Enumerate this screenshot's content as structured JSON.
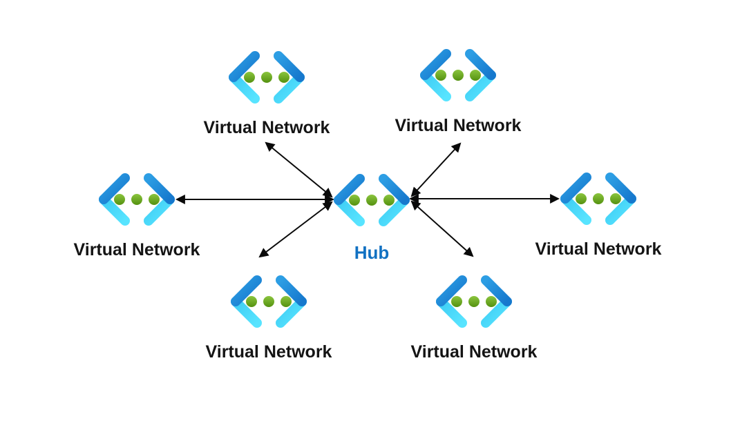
{
  "hub": {
    "label": "Hub"
  },
  "spokes": [
    {
      "position": "top-left",
      "label": "Virtual Network"
    },
    {
      "position": "top-right",
      "label": "Virtual Network"
    },
    {
      "position": "left",
      "label": "Virtual Network"
    },
    {
      "position": "right",
      "label": "Virtual Network"
    },
    {
      "position": "bottom-left",
      "label": "Virtual Network"
    },
    {
      "position": "bottom-right",
      "label": "Virtual Network"
    }
  ],
  "edges": [
    {
      "from": "hub",
      "to": "top-left-vnet",
      "arrows": "both"
    },
    {
      "from": "hub",
      "to": "top-right-vnet",
      "arrows": "both"
    },
    {
      "from": "hub",
      "to": "left-vnet",
      "arrows": "both"
    },
    {
      "from": "hub",
      "to": "right-vnet",
      "arrows": "both"
    },
    {
      "from": "hub",
      "to": "bottom-left-vnet",
      "arrows": "both"
    },
    {
      "from": "hub",
      "to": "bottom-right-vnet",
      "arrows": "both"
    }
  ],
  "icons": {
    "node_icon": "azure-virtual-network-icon"
  },
  "colors": {
    "background": "#ffffff",
    "spoke_label": "#141414",
    "hub_label": "#1171c2",
    "arrow": "#0a0a0a",
    "chevron_blue": "#1e88d8",
    "chevron_cyan": "#47d6fa",
    "dot_green_light": "#8bc53e",
    "dot_green_dark": "#549110"
  }
}
